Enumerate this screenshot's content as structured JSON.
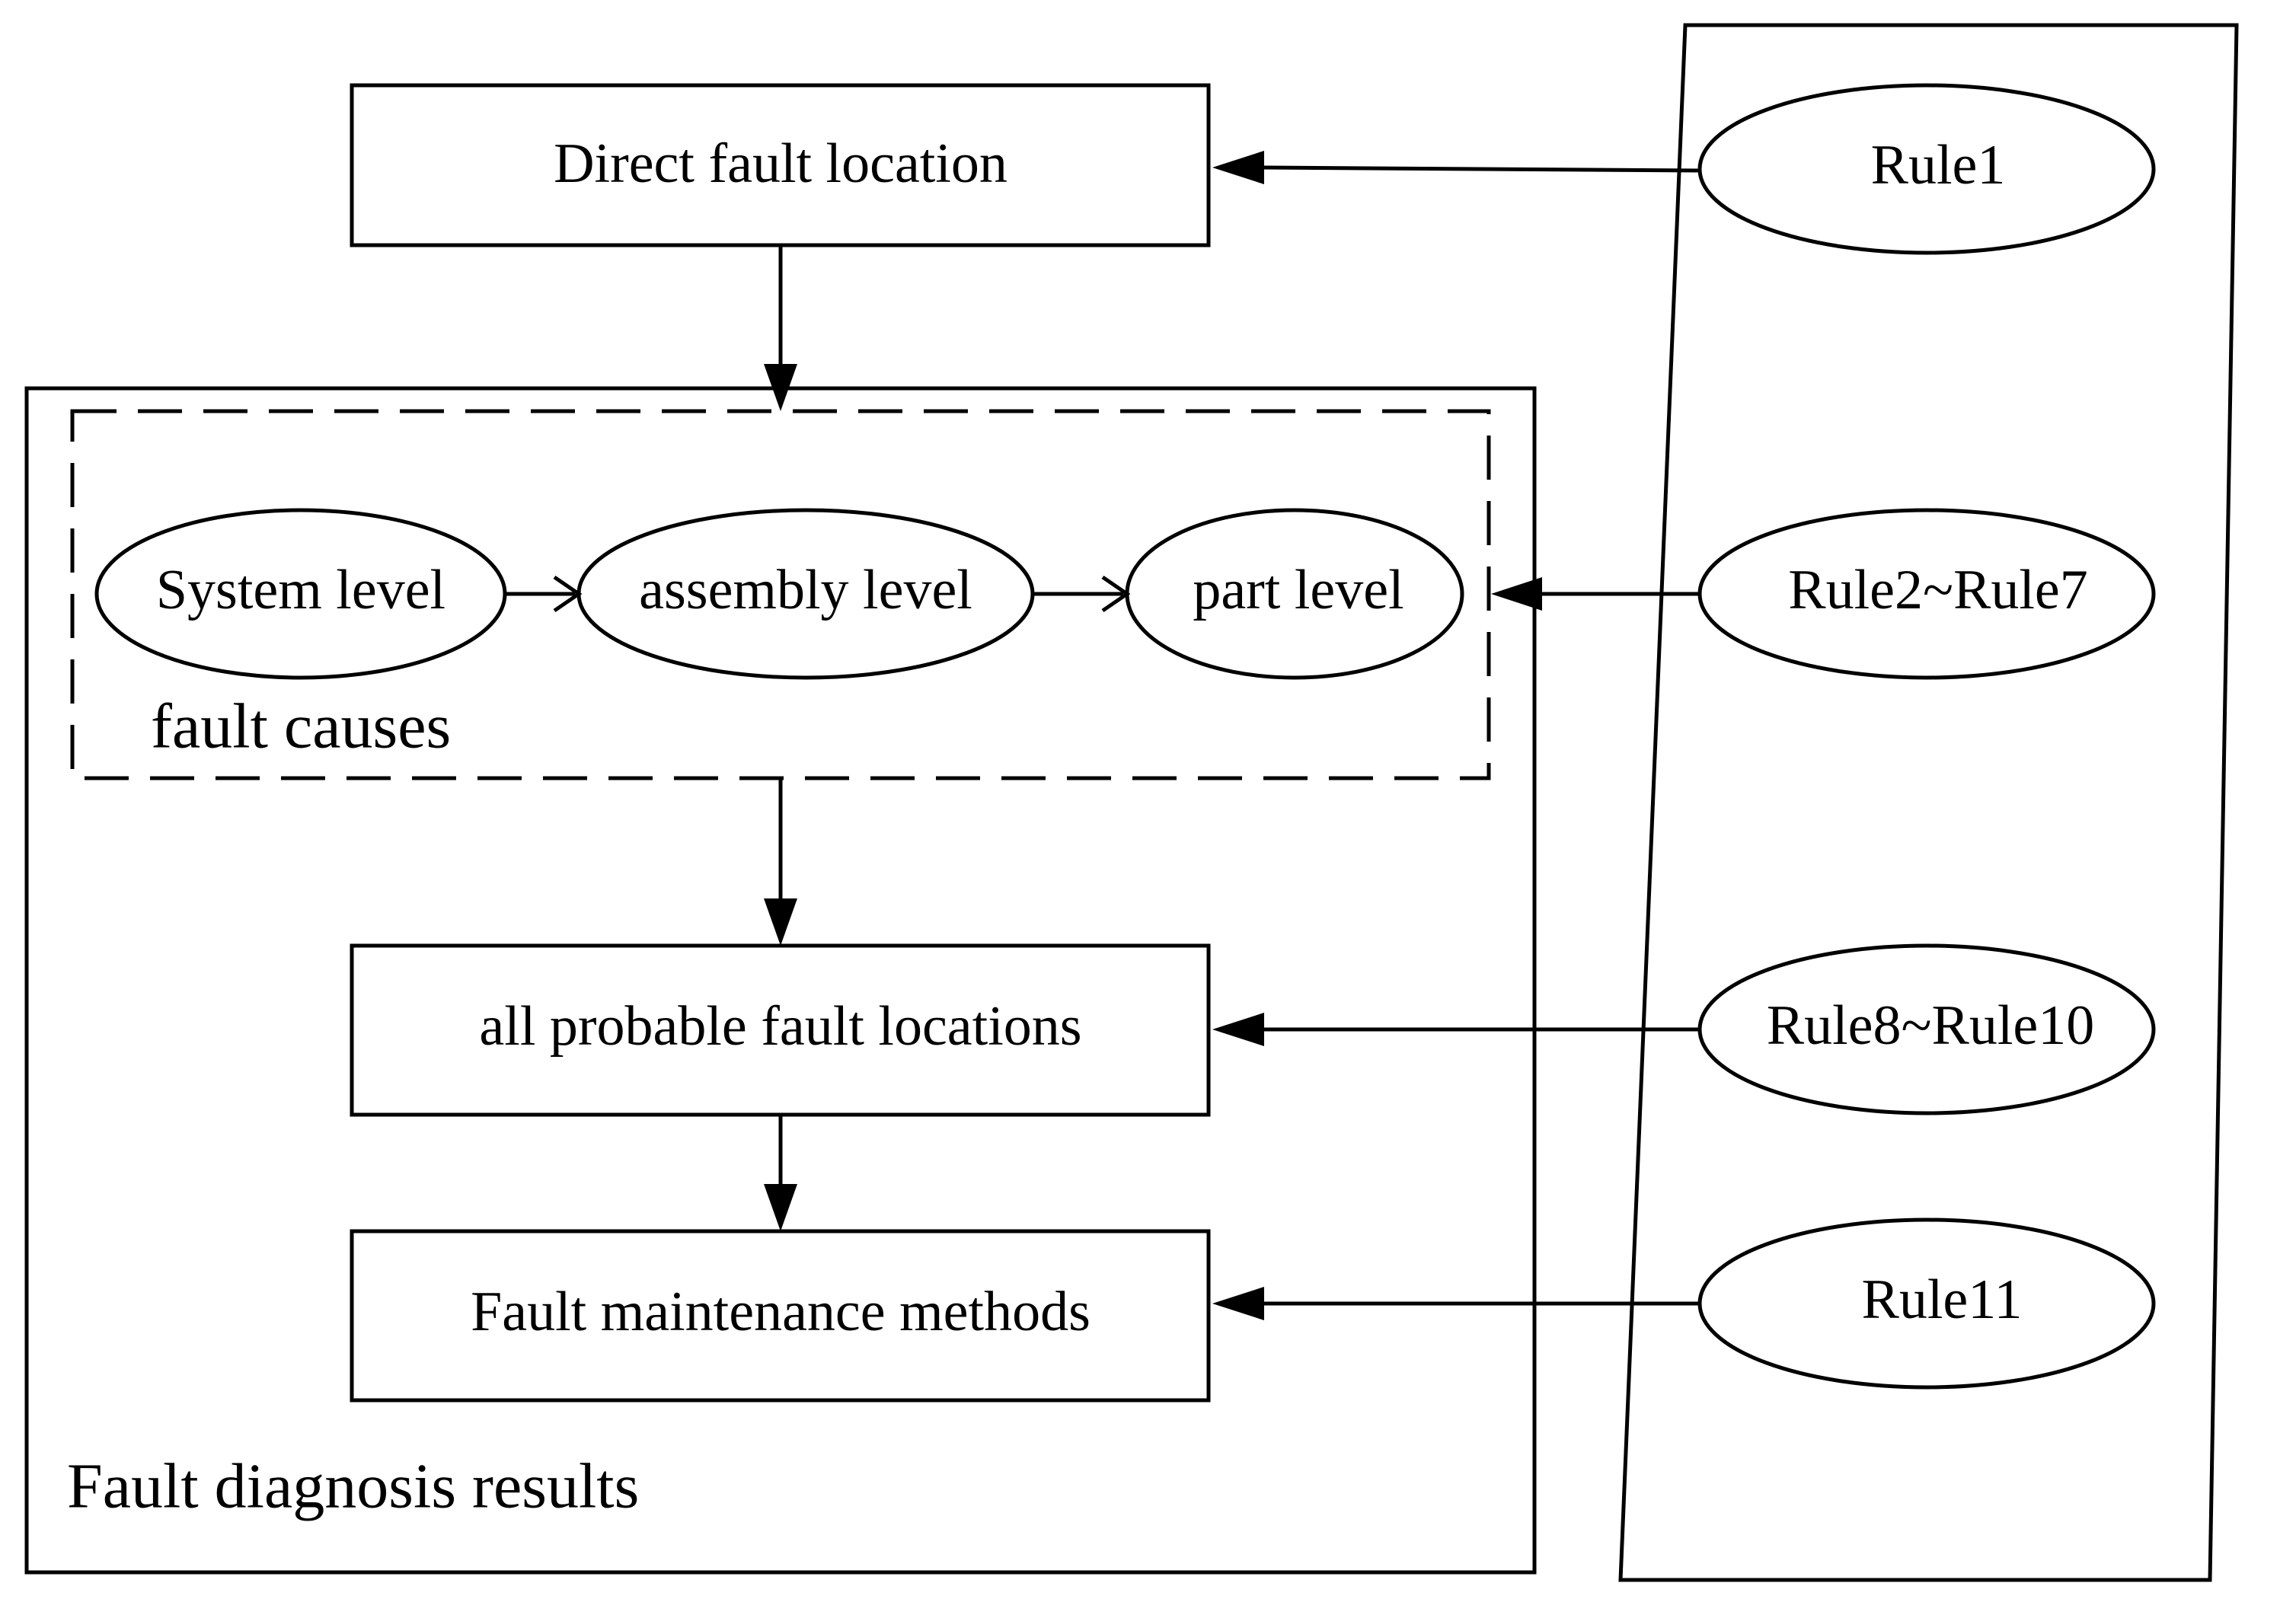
{
  "diagram": {
    "boxes": {
      "direct_fault_location": "Direct fault location",
      "all_probable_fault_locations": "all probable fault locations",
      "fault_maintenance_methods": "Fault maintenance methods"
    },
    "levels": {
      "system": "System level",
      "assembly": "assembly level",
      "part": "part level"
    },
    "regions": {
      "fault_causes": "fault causes",
      "fault_diagnosis_results": "Fault diagnosis results"
    },
    "rules": {
      "rule1": "Rule1",
      "rule2_7": "Rule2~Rule7",
      "rule8_10": "Rule8~Rule10",
      "rule11": "Rule11"
    }
  }
}
